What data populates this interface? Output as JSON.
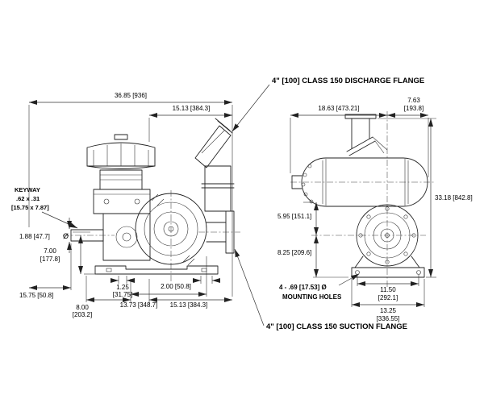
{
  "drawing": {
    "callouts": {
      "discharge_flange": "4\" [100] CLASS 150 DISCHARGE FLANGE",
      "suction_flange": "4\" [100] CLASS 150 SUCTION FLANGE"
    },
    "keyway": {
      "title": "KEYWAY",
      "size_in": ".62 x .31",
      "size_mm": "[15.75 x 7.87]"
    },
    "mounting_holes": {
      "spec": "4 - .69 [17.53] Ø",
      "label": "MOUNTING HOLES"
    },
    "side_view": {
      "overall_length": "36.85 [936]",
      "center_to_discharge": "15.13 [384.3]",
      "shaft_diameter": "1.88 [47.7]",
      "diameter_symbol": "Ø",
      "shaft_height_in": "7.00",
      "shaft_height_mm": "[177.8]",
      "shaft_end": "15.75 [50.8]",
      "foot_to_center_in": "8.00",
      "foot_to_center_mm": "[203.2]",
      "slot_in": "1.25",
      "slot_mm": "[31.75]",
      "center_to_suction_bolt": "13.73 [348.7]",
      "suction_offset": "2.00 [50.8]",
      "center_to_suction": "15.13 [384.3]"
    },
    "end_view": {
      "center_to_left": "18.63 [473.21]",
      "center_to_right_in": "7.63",
      "center_to_right_mm": "[193.8]",
      "overall_height": "33.18 [842.8]",
      "center_to_chamber": "5.95 [151.1]",
      "center_to_base": "8.25 [209.6]",
      "hole_span_in": "11.50",
      "hole_span_mm": "[292.1]",
      "base_width_in": "13.25",
      "base_width_mm": "[336.55]"
    }
  }
}
